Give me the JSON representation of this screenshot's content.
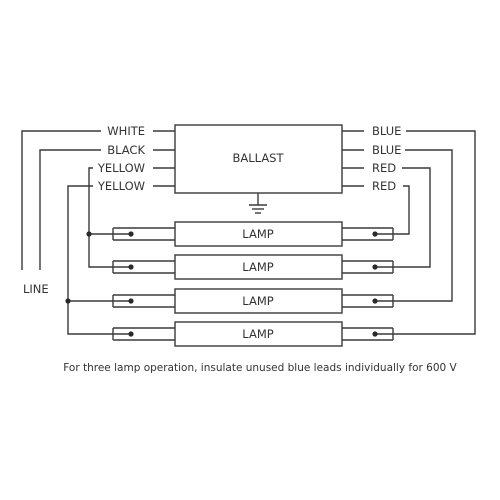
{
  "ballast": {
    "label": "BALLAST"
  },
  "left_leads": [
    "WHITE",
    "BLACK",
    "YELLOW",
    "YELLOW"
  ],
  "right_leads": [
    "BLUE",
    "BLUE",
    "RED",
    "RED"
  ],
  "line_label": "LINE",
  "lamps": [
    "LAMP",
    "LAMP",
    "LAMP",
    "LAMP"
  ],
  "note": "For three lamp operation, insulate unused blue leads individually for 600 V"
}
